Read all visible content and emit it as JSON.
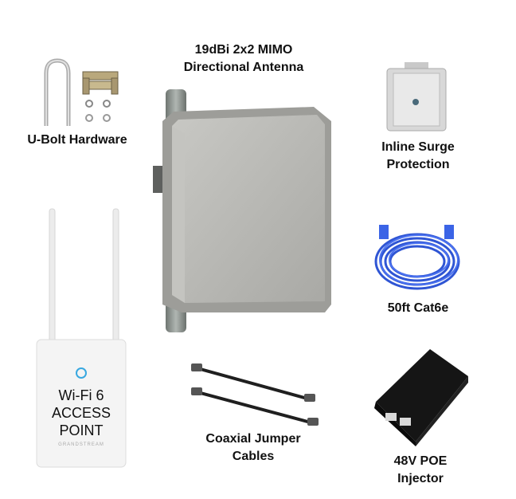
{
  "products": {
    "ubolt": {
      "label": "U-Bolt Hardware",
      "icon": "u-bolt-hardware-icon"
    },
    "antenna": {
      "line1": "19dBi 2x2 MIMO",
      "line2": "Directional Antenna",
      "icon": "panel-antenna-icon"
    },
    "surge": {
      "line1": "Inline Surge",
      "line2": "Protection",
      "icon": "surge-protector-icon"
    },
    "cable": {
      "label": "50ft Cat6e",
      "icon": "ethernet-cable-icon"
    },
    "ap": {
      "line1": "Wi-Fi 6",
      "line2": "ACCESS",
      "line3": "POINT",
      "brand": "GRANDSTREAM",
      "icon": "access-point-icon"
    },
    "jumpers": {
      "line1": "Coaxial Jumper",
      "line2": "Cables",
      "icon": "coax-jumper-icon"
    },
    "poe": {
      "line1": "48V POE",
      "line2": "Injector",
      "icon": "poe-injector-icon"
    }
  },
  "colors": {
    "text": "#111111",
    "cable_blue": "#2f55d4",
    "antenna_panel": "#b8b8b4",
    "pole": "#8d948f",
    "ap_white": "#f4f4f4",
    "poe_black": "#151515"
  }
}
